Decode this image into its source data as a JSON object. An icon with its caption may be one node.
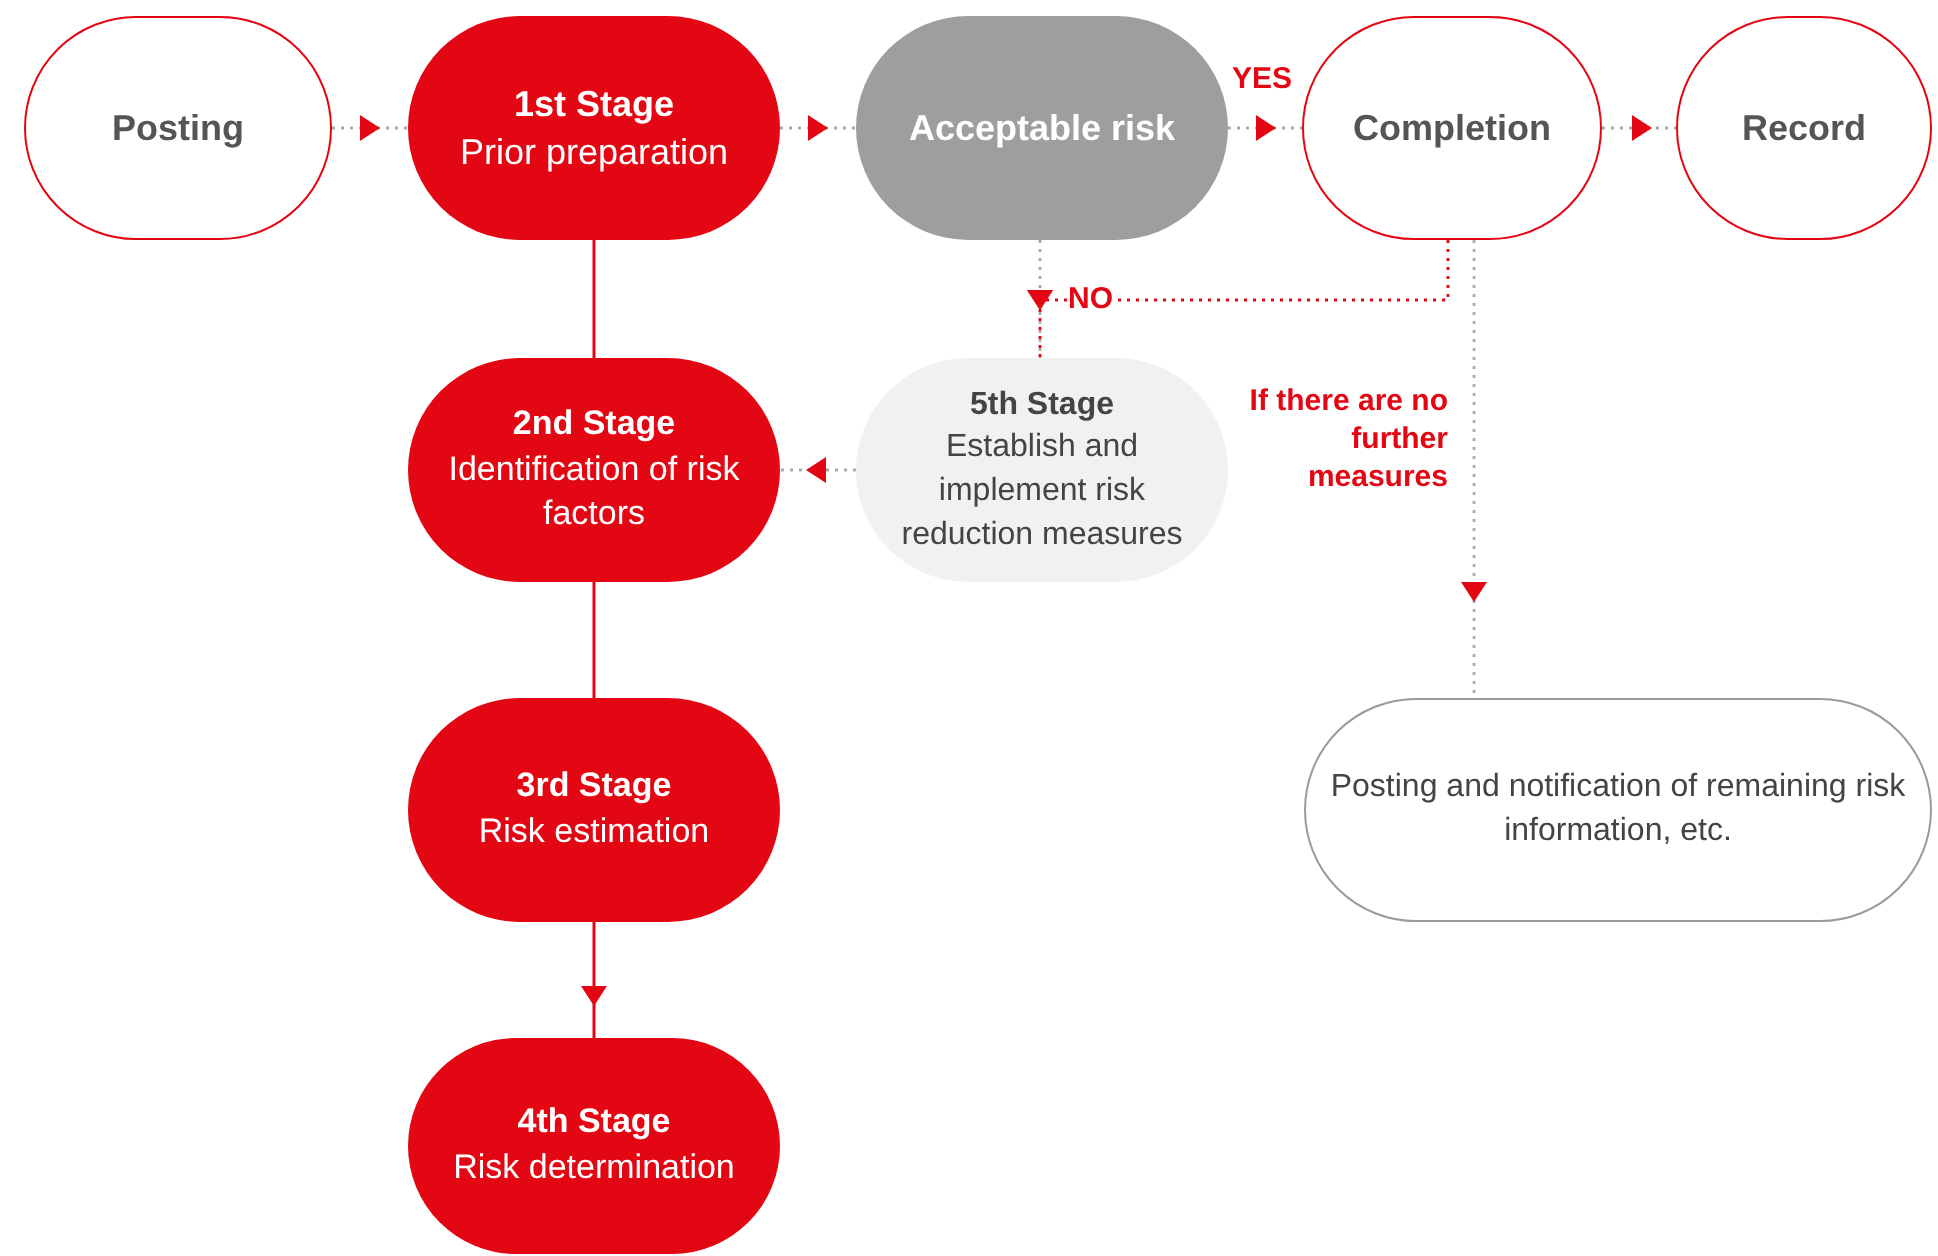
{
  "diagram": {
    "nodes": [
      {
        "text": [
          "Posting"
        ]
      },
      {
        "text": [
          "1st Stage",
          "Prior preparation"
        ]
      },
      {
        "text": [
          "Acceptable risk"
        ]
      },
      {
        "text": [
          "Completion"
        ]
      },
      {
        "text": [
          "Record"
        ]
      },
      {
        "text": [
          "2nd Stage",
          "Identification of risk factors"
        ]
      },
      {
        "text": [
          "5th Stage",
          "Establish and implement risk reduction measures"
        ]
      },
      {
        "text": [
          "3rd Stage",
          "Risk estimation"
        ]
      },
      {
        "text": [
          "4th Stage",
          "Risk determination"
        ]
      },
      {
        "text": [
          "Posting and notification of remaining risk information, etc."
        ]
      }
    ],
    "edges": [
      {
        "from": 0,
        "to": 1,
        "arrow": "to",
        "style": "dashed"
      },
      {
        "from": 1,
        "to": 2,
        "arrow": "to",
        "style": "dashed"
      },
      {
        "from": 2,
        "to": 3,
        "arrow": "to",
        "style": "dashed",
        "label": "YES"
      },
      {
        "from": 3,
        "to": 4,
        "arrow": "to",
        "style": "dashed"
      },
      {
        "from": 1,
        "to": 5,
        "arrow": "none",
        "color": "#e30613"
      },
      {
        "from": 5,
        "to": 7,
        "arrow": "none",
        "color": "#e30613"
      },
      {
        "from": 7,
        "to": 8,
        "arrow": "to",
        "color": "#e30613"
      },
      {
        "from": 2,
        "to": 6,
        "arrow": "to",
        "style": "dashed",
        "label": "NO"
      },
      {
        "from": 3,
        "to": 6,
        "arrow": "to",
        "style": "dashed",
        "color": "#e30613"
      },
      {
        "from": 6,
        "to": 5,
        "arrow": "to",
        "style": "dashed"
      },
      {
        "from": 3,
        "to": 9,
        "arrow": "to",
        "style": "dashed",
        "label": "If there are no further measures"
      }
    ]
  }
}
